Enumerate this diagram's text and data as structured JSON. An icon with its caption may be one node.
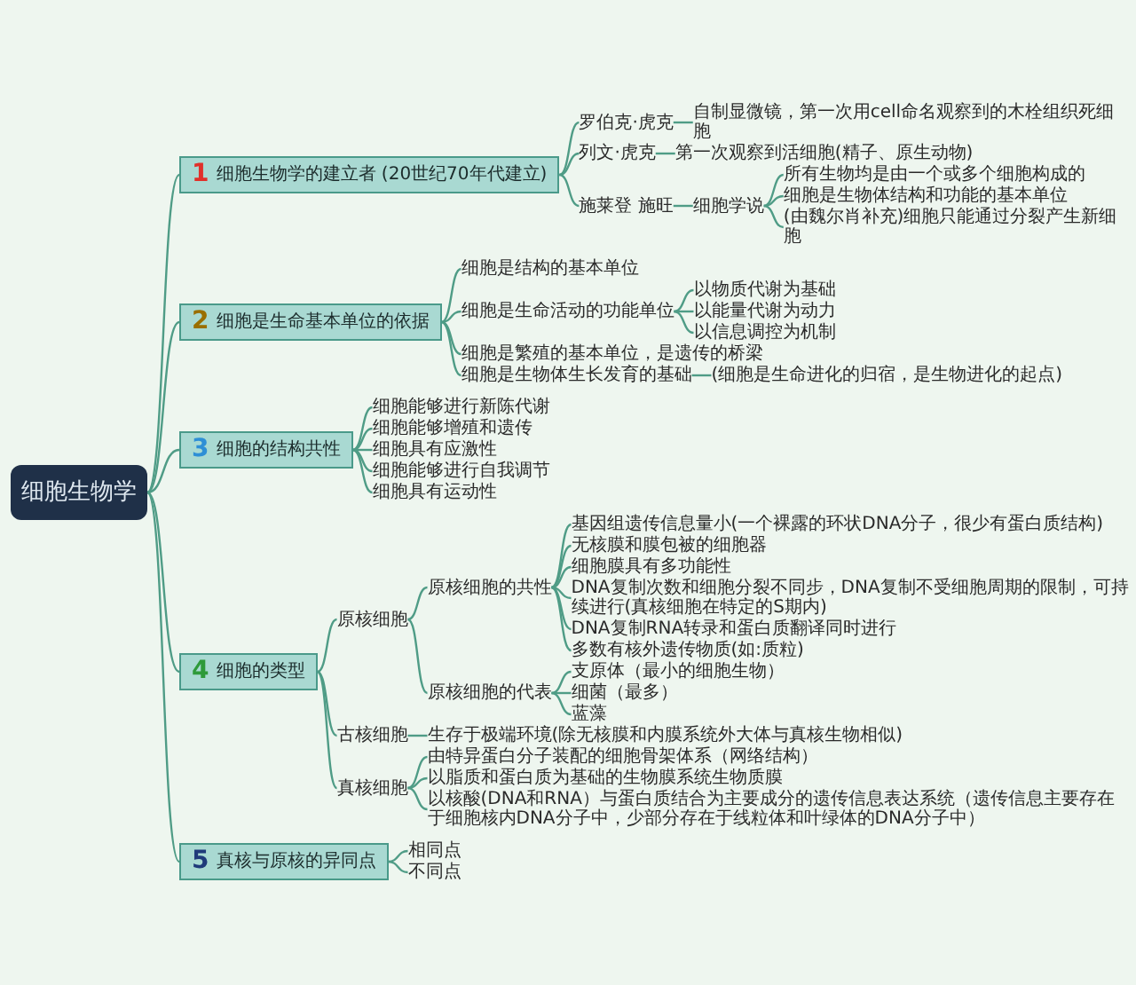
{
  "diagram": {
    "nodes": [
      {
        "text": [
          "细胞生物学"
        ]
      },
      {
        "text": [
          "1",
          "细胞生物学的建立者 (20世纪70年代建立)"
        ]
      },
      {
        "text": [
          "罗伯克·虎克"
        ]
      },
      {
        "text": [
          "自制显微镜，第一次用cell命名观察到的木栓组织死细胞"
        ]
      },
      {
        "text": [
          "列文·虎克"
        ]
      },
      {
        "text": [
          "第一次观察到活细胞(精子、原生动物)"
        ]
      },
      {
        "text": [
          "施莱登 施旺"
        ]
      },
      {
        "text": [
          "细胞学说"
        ]
      },
      {
        "text": [
          "所有生物均是由一个或多个细胞构成的"
        ]
      },
      {
        "text": [
          "细胞是生物体结构和功能的基本单位"
        ]
      },
      {
        "text": [
          "(由魏尔肖补充)细胞只能通过分裂产生新细胞"
        ]
      },
      {
        "text": [
          "2",
          "细胞是生命基本单位的依据"
        ]
      },
      {
        "text": [
          "细胞是结构的基本单位"
        ]
      },
      {
        "text": [
          "细胞是生命活动的功能单位"
        ]
      },
      {
        "text": [
          "以物质代谢为基础"
        ]
      },
      {
        "text": [
          "以能量代谢为动力"
        ]
      },
      {
        "text": [
          "以信息调控为机制"
        ]
      },
      {
        "text": [
          "细胞是繁殖的基本单位，是遗传的桥梁"
        ]
      },
      {
        "text": [
          "细胞是生物体生长发育的基础"
        ]
      },
      {
        "text": [
          "(细胞是生命进化的归宿，是生物进化的起点)"
        ]
      },
      {
        "text": [
          "3",
          "细胞的结构共性"
        ]
      },
      {
        "text": [
          "细胞能够进行新陈代谢"
        ]
      },
      {
        "text": [
          "细胞能够增殖和遗传"
        ]
      },
      {
        "text": [
          "细胞具有应激性"
        ]
      },
      {
        "text": [
          "细胞能够进行自我调节"
        ]
      },
      {
        "text": [
          "细胞具有运动性"
        ]
      },
      {
        "text": [
          "4",
          "细胞的类型"
        ]
      },
      {
        "text": [
          "原核细胞"
        ]
      },
      {
        "text": [
          "原核细胞的共性"
        ]
      },
      {
        "text": [
          "基因组遗传信息量小(一个裸露的环状DNA分子，很少有蛋白质结构)"
        ]
      },
      {
        "text": [
          "无核膜和膜包被的细胞器"
        ]
      },
      {
        "text": [
          "细胞膜具有多功能性"
        ]
      },
      {
        "text": [
          "DNA复制次数和细胞分裂不同步，DNA复制不受细胞周期的限制，可持续进行(真核细胞在特定的S期内)"
        ]
      },
      {
        "text": [
          "DNA复制RNA转录和蛋白质翻译同时进行"
        ]
      },
      {
        "text": [
          "多数有核外遗传物质(如:质粒)"
        ]
      },
      {
        "text": [
          "原核细胞的代表"
        ]
      },
      {
        "text": [
          "支原体（最小的细胞生物）"
        ]
      },
      {
        "text": [
          "细菌（最多）"
        ]
      },
      {
        "text": [
          "蓝藻"
        ]
      },
      {
        "text": [
          "古核细胞"
        ]
      },
      {
        "text": [
          "生存于极端环境(除无核膜和内膜系统外大体与真核生物相似)"
        ]
      },
      {
        "text": [
          "真核细胞"
        ]
      },
      {
        "text": [
          "由特异蛋白分子装配的细胞骨架体系（网络结构）"
        ]
      },
      {
        "text": [
          "以脂质和蛋白质为基础的生物膜系统生物质膜"
        ]
      },
      {
        "text": [
          "以核酸(DNA和RNA）与蛋白质结合为主要成分的遗传信息表达系统（遗传信息主要存在于细胞核内DNA分子中，少部分存在于线粒体和叶绿体的DNA分子中）"
        ]
      },
      {
        "text": [
          "5",
          "真核与原核的异同点"
        ]
      },
      {
        "text": [
          "相同点"
        ]
      },
      {
        "text": [
          "不同点"
        ]
      }
    ],
    "edges": [
      {
        "from": 0,
        "to": 1,
        "arrow": "none"
      },
      {
        "from": 1,
        "to": 2,
        "arrow": "none"
      },
      {
        "from": 2,
        "to": 3,
        "arrow": "none"
      },
      {
        "from": 1,
        "to": 4,
        "arrow": "none"
      },
      {
        "from": 4,
        "to": 5,
        "arrow": "none"
      },
      {
        "from": 1,
        "to": 6,
        "arrow": "none"
      },
      {
        "from": 6,
        "to": 7,
        "arrow": "none"
      },
      {
        "from": 7,
        "to": 8,
        "arrow": "none"
      },
      {
        "from": 7,
        "to": 9,
        "arrow": "none"
      },
      {
        "from": 7,
        "to": 10,
        "arrow": "none"
      },
      {
        "from": 0,
        "to": 11,
        "arrow": "none"
      },
      {
        "from": 11,
        "to": 12,
        "arrow": "none"
      },
      {
        "from": 11,
        "to": 13,
        "arrow": "none"
      },
      {
        "from": 13,
        "to": 14,
        "arrow": "none"
      },
      {
        "from": 13,
        "to": 15,
        "arrow": "none"
      },
      {
        "from": 13,
        "to": 16,
        "arrow": "none"
      },
      {
        "from": 11,
        "to": 17,
        "arrow": "none"
      },
      {
        "from": 11,
        "to": 18,
        "arrow": "none"
      },
      {
        "from": 18,
        "to": 19,
        "arrow": "none"
      },
      {
        "from": 0,
        "to": 20,
        "arrow": "none"
      },
      {
        "from": 20,
        "to": 21,
        "arrow": "none"
      },
      {
        "from": 20,
        "to": 22,
        "arrow": "none"
      },
      {
        "from": 20,
        "to": 23,
        "arrow": "none"
      },
      {
        "from": 20,
        "to": 24,
        "arrow": "none"
      },
      {
        "from": 20,
        "to": 25,
        "arrow": "none"
      },
      {
        "from": 0,
        "to": 26,
        "arrow": "none"
      },
      {
        "from": 26,
        "to": 27,
        "arrow": "none"
      },
      {
        "from": 27,
        "to": 28,
        "arrow": "none"
      },
      {
        "from": 28,
        "to": 29,
        "arrow": "none"
      },
      {
        "from": 28,
        "to": 30,
        "arrow": "none"
      },
      {
        "from": 28,
        "to": 31,
        "arrow": "none"
      },
      {
        "from": 28,
        "to": 32,
        "arrow": "none"
      },
      {
        "from": 28,
        "to": 33,
        "arrow": "none"
      },
      {
        "from": 28,
        "to": 34,
        "arrow": "none"
      },
      {
        "from": 27,
        "to": 35,
        "arrow": "none"
      },
      {
        "from": 35,
        "to": 36,
        "arrow": "none"
      },
      {
        "from": 35,
        "to": 37,
        "arrow": "none"
      },
      {
        "from": 35,
        "to": 38,
        "arrow": "none"
      },
      {
        "from": 26,
        "to": 39,
        "arrow": "none"
      },
      {
        "from": 39,
        "to": 40,
        "arrow": "none"
      },
      {
        "from": 26,
        "to": 41,
        "arrow": "none"
      },
      {
        "from": 41,
        "to": 42,
        "arrow": "none"
      },
      {
        "from": 41,
        "to": 43,
        "arrow": "none"
      },
      {
        "from": 41,
        "to": 44,
        "arrow": "none"
      },
      {
        "from": 0,
        "to": 45,
        "arrow": "none"
      },
      {
        "from": 45,
        "to": 46,
        "arrow": "none"
      },
      {
        "from": 45,
        "to": 47,
        "arrow": "none"
      }
    ]
  }
}
